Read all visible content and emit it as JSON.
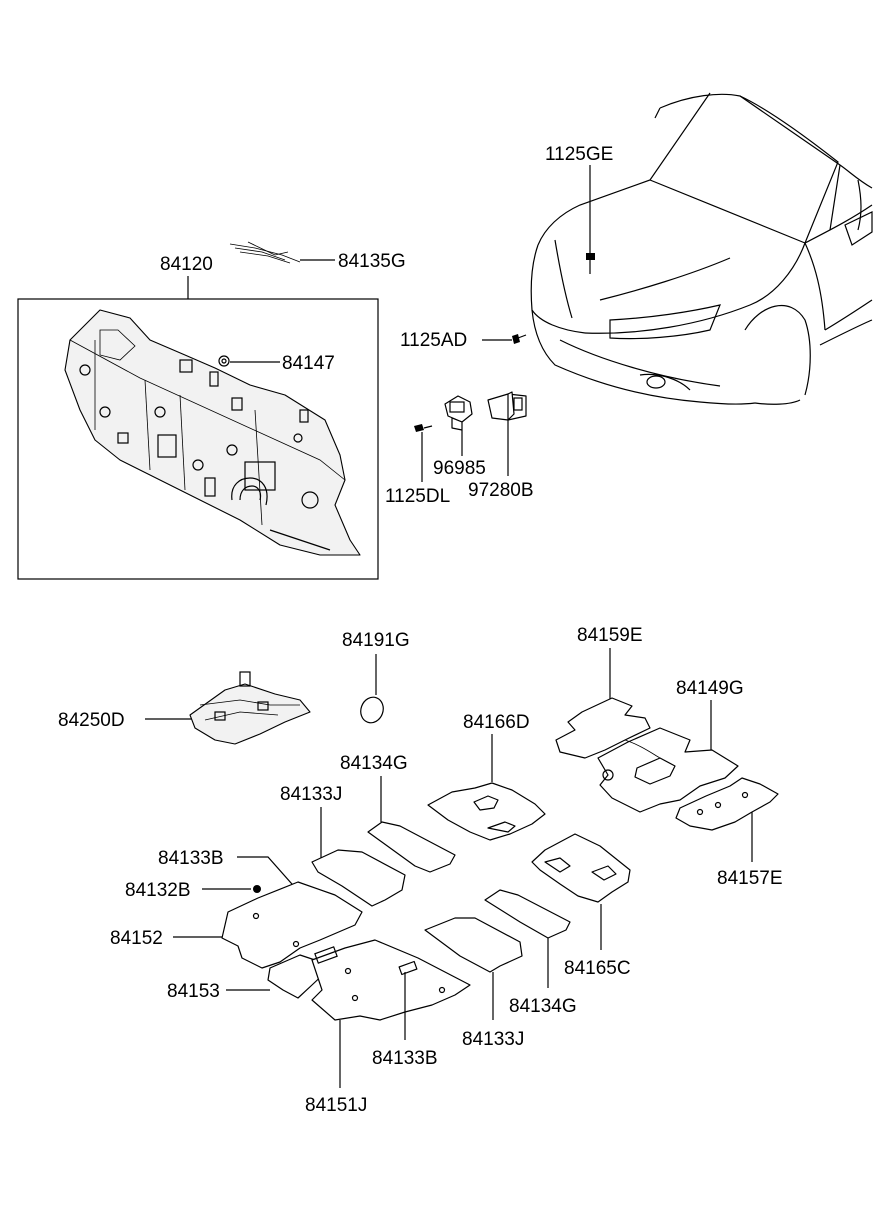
{
  "labels": {
    "p84120": "84120",
    "p84135G": "84135G",
    "p84147": "84147",
    "p1125GE": "1125GE",
    "p1125AD": "1125AD",
    "p1125DL": "1125DL",
    "p96985": "96985",
    "p97280B": "97280B",
    "p84191G": "84191G",
    "p84250D": "84250D",
    "p84159E": "84159E",
    "p84149G": "84149G",
    "p84166D": "84166D",
    "p84134G_top": "84134G",
    "p84133J_top": "84133J",
    "p84133B_top": "84133B",
    "p84132B": "84132B",
    "p84152": "84152",
    "p84153": "84153",
    "p84157E": "84157E",
    "p84165C": "84165C",
    "p84134G_bottom": "84134G",
    "p84133J_bottom": "84133J",
    "p84133B_bottom": "84133B",
    "p84151J": "84151J"
  }
}
